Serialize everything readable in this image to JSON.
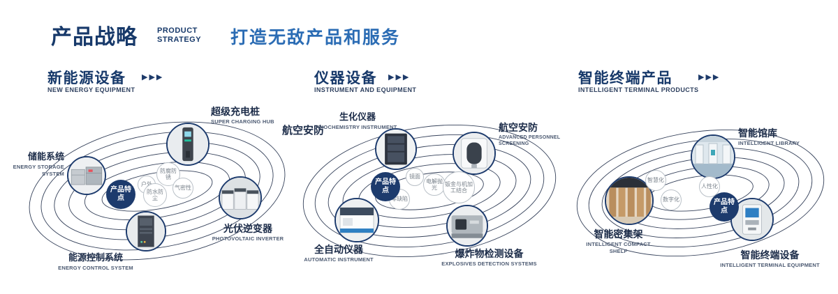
{
  "header": {
    "title": "产品战略",
    "subtitle_line1": "PRODUCT",
    "subtitle_line2": "STRATEGY",
    "tagline": "打造无敌产品和服务"
  },
  "arrows": "▶▶▶",
  "colors": {
    "navy": "#1d3b6d",
    "heading_blue": "#17396a",
    "tagline_blue": "#2b6cb4",
    "bubble_border": "#b9c0c7",
    "bubble_text": "#79828b"
  },
  "sections": [
    {
      "title": "新能源设备",
      "subtitle": "NEW ENERGY EQUIPMENT",
      "center_badge": "产品特点",
      "features": [
        "户外",
        "防腐防锈",
        "气密性",
        "防水防尘"
      ],
      "items": [
        {
          "label": "储能系统",
          "sublabel": "ENERGY STORAGE SYSTEM"
        },
        {
          "label": "超级充电桩",
          "sublabel": "SUPER CHARGING HUB"
        },
        {
          "label": "光伏逆变器",
          "sublabel": "PHOTOVOLTAIC INVERTER"
        },
        {
          "label": "能源控制系统",
          "sublabel": "ENERGY CONTROL SYSTEM"
        }
      ]
    },
    {
      "title": "仪器设备",
      "subtitle": "INSTRUMENT AND EQUIPMENT",
      "center_badge": "产品特点",
      "extra_label": "航空安防",
      "features": [
        "镜面",
        "电解抛光",
        "钣金与机加工结合",
        "零缺陷"
      ],
      "items": [
        {
          "label": "生化仪器",
          "sublabel": "BIOCHEMISTRY INSTRUMENT"
        },
        {
          "label": "航空安防",
          "sublabel": "ADVANCED PERSONNEL SCREENING"
        },
        {
          "label": "全自动仪器",
          "sublabel": "AUTOMATIC INSTRUMENT"
        },
        {
          "label": "爆炸物检测设备",
          "sublabel": "EXPLOSIVES DETECTION SYSTEMS"
        }
      ]
    },
    {
      "title": "智能终端产品",
      "subtitle": "INTELLIGENT TERMINAL PRODUCTS",
      "center_badge": "产品特点",
      "features": [
        "智慧化",
        "人性化",
        "数字化"
      ],
      "items": [
        {
          "label": "智能馆库",
          "sublabel": "INTELLIGENT LIBRARY"
        },
        {
          "label": "智能密集架",
          "sublabel": "INTELLIGENT COMPACT SHELF"
        },
        {
          "label": "智能终端设备",
          "sublabel": "INTELLIGENT TERMINAL EQUIPMENT"
        }
      ]
    }
  ]
}
